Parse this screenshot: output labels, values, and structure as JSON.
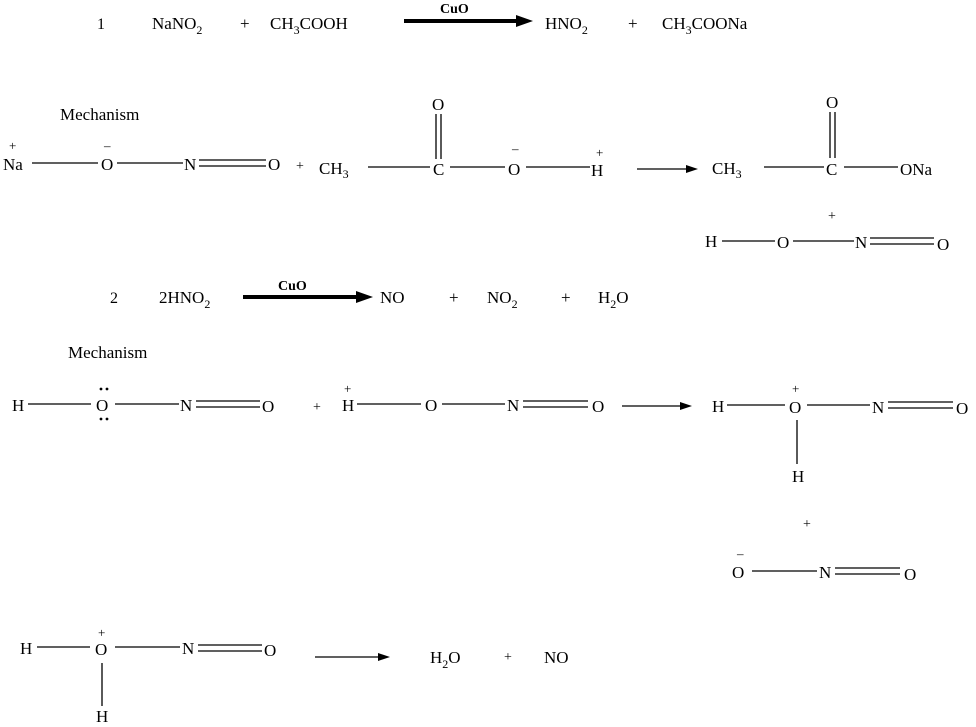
{
  "reaction_1": {
    "number": "1",
    "reactant_1": [
      "NaNO",
      "2"
    ],
    "plus_1": "+",
    "reactant_2": [
      "CH",
      "3",
      "COOH"
    ],
    "catalyst": "CuO",
    "product_1": [
      "HNO",
      "2"
    ],
    "plus_2": "+",
    "product_2": [
      "CH",
      "3",
      "COONa"
    ]
  },
  "mechanism_1": {
    "heading": "Mechanism",
    "reactant_1": {
      "na_charge": "+",
      "na": "Na",
      "o_charge": "–",
      "o": "O",
      "n": "N",
      "o_terminal": "O"
    },
    "plus_1": "+",
    "reactant_2": {
      "ch3": [
        "CH",
        "3"
      ],
      "c": "C",
      "o_carbonyl": "O",
      "o_charge": "–",
      "o": "O",
      "h_charge": "+",
      "h": "H"
    },
    "product_1": {
      "ch3": [
        "CH",
        "3"
      ],
      "c": "C",
      "o_carbonyl": "O",
      "ona": "ONa"
    },
    "plus_2": "+",
    "product_2": {
      "h": "H",
      "o": "O",
      "n": "N",
      "o_terminal": "O"
    }
  },
  "reaction_2": {
    "number": "2",
    "reactant": [
      "2HNO",
      "2"
    ],
    "catalyst": "CuO",
    "product_1": "NO",
    "plus_1": "+",
    "product_2": [
      "NO",
      "2"
    ],
    "plus_2": "+",
    "product_3": [
      "H",
      "2",
      "O"
    ]
  },
  "mechanism_2": {
    "heading": "Mechanism",
    "reactant_1": {
      "h": "H",
      "o": "O",
      "n": "N",
      "o_terminal": "O"
    },
    "plus_1": "+",
    "reactant_2": {
      "h_charge": "+",
      "h": "H",
      "o": "O",
      "n": "N",
      "o_terminal": "O"
    },
    "product_1": {
      "h": "H",
      "o_charge": "+",
      "o": "O",
      "n": "N",
      "o_terminal": "O",
      "h_lower": "H"
    },
    "plus_2": "+",
    "product_2": {
      "o_charge": "–",
      "o": "O",
      "n": "N",
      "o_terminal": "O"
    },
    "step_2_reactant": {
      "h": "H",
      "o_charge": "+",
      "o": "O",
      "n": "N",
      "o_terminal": "O",
      "h_lower": "H"
    },
    "step_2_product_1": [
      "H",
      "2",
      "O"
    ],
    "step_2_plus": "+",
    "step_2_product_2": "NO"
  }
}
